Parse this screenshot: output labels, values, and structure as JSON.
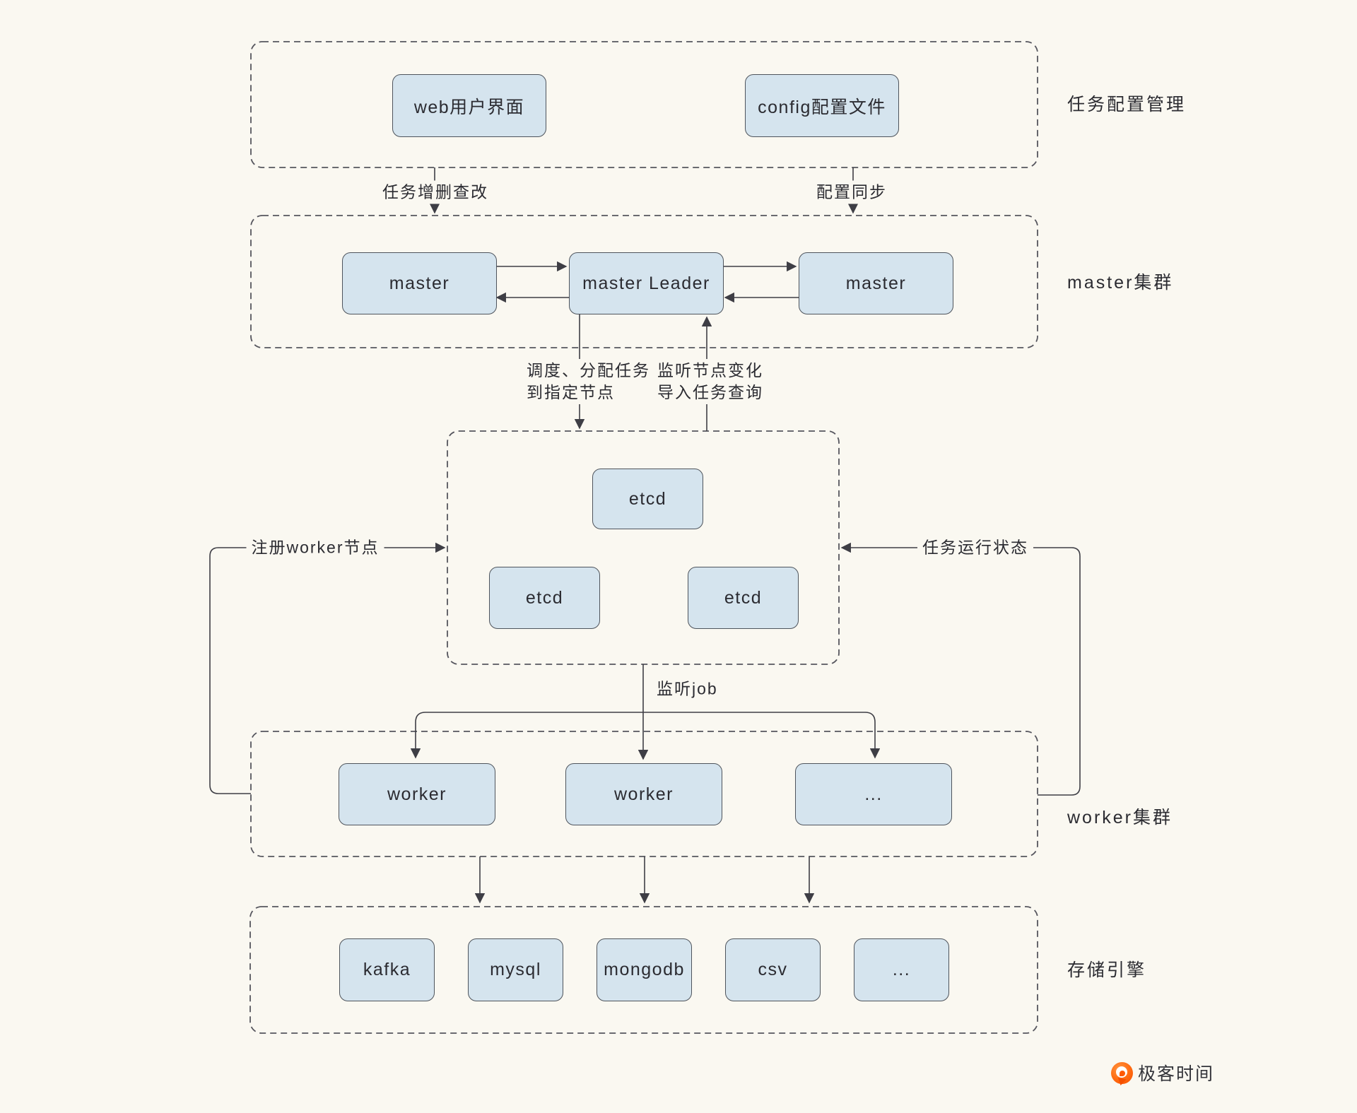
{
  "canvas": {
    "background": "#FAF8F1",
    "node_fill": "#D5E4EE",
    "node_border": "#4E545C",
    "dashed_border": "#56565E",
    "line_color": "#3E3E45",
    "text_color": "#2B2B31"
  },
  "sections": {
    "task_config": {
      "title": "任务配置管理",
      "nodes": [
        "web用户界面",
        "config配置文件"
      ]
    },
    "master_cluster": {
      "title": "master集群",
      "nodes": [
        "master",
        "master Leader",
        "master"
      ]
    },
    "etcd_cluster": {
      "nodes": [
        "etcd",
        "etcd",
        "etcd"
      ]
    },
    "worker_cluster": {
      "title": "worker集群",
      "nodes": [
        "worker",
        "worker",
        "..."
      ]
    },
    "storage": {
      "title": "存储引擎",
      "nodes": [
        "kafka",
        "mysql",
        "mongodb",
        "csv",
        "..."
      ]
    }
  },
  "edges": {
    "task_crud": "任务增删查改",
    "config_sync": "配置同步",
    "dispatch": "调度、分配任务\n到指定节点",
    "watch_nodes": "监听节点变化\n导入任务查询",
    "register_worker": "注册worker节点",
    "task_status": "任务运行状态",
    "watch_job": "监听job"
  },
  "brand": {
    "name": "极客时间",
    "accent": "#FF5A00"
  }
}
